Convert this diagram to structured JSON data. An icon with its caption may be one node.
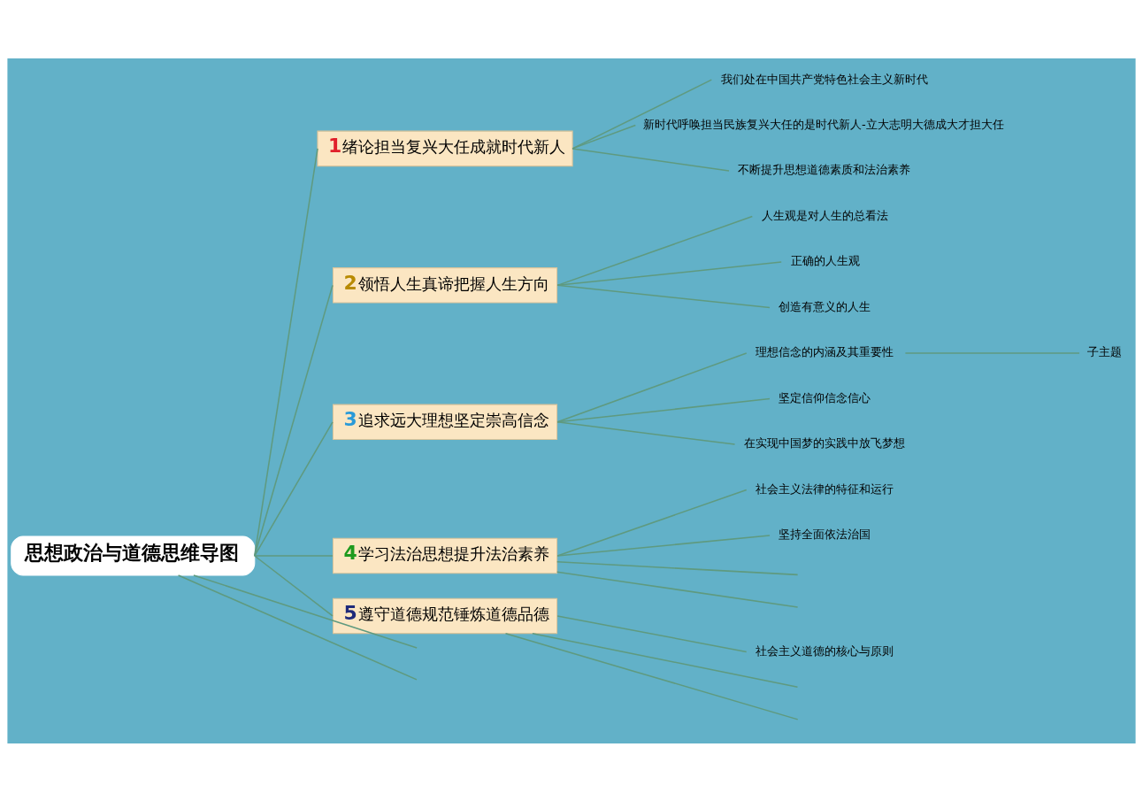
{
  "diagram": {
    "nodes": [
      {
        "text": [
          "思想政治与道德思维导图"
        ]
      },
      {
        "text": [
          "1",
          "绪论担当复兴大任成就时代新人"
        ]
      },
      {
        "text": [
          "我们处在中国共产党特色社会主义新时代"
        ]
      },
      {
        "text": [
          "新时代呼唤担当民族复兴大任的是时代新人-立大志明大德成大才担大任"
        ]
      },
      {
        "text": [
          "不断提升思想道德素质和法治素养"
        ]
      },
      {
        "text": [
          "2",
          "领悟人生真谛把握人生方向"
        ]
      },
      {
        "text": [
          "人生观是对人生的总看法"
        ]
      },
      {
        "text": [
          "正确的人生观"
        ]
      },
      {
        "text": [
          "创造有意义的人生"
        ]
      },
      {
        "text": [
          "3",
          "追求远大理想坚定崇高信念"
        ]
      },
      {
        "text": [
          "理想信念的内涵及其重要性"
        ]
      },
      {
        "text": [
          "坚定信仰信念信心"
        ]
      },
      {
        "text": [
          "在实现中国梦的实践中放飞梦想"
        ]
      },
      {
        "text": [
          "子主题"
        ]
      },
      {
        "text": [
          "4",
          "学习法治思想提升法治素养"
        ]
      },
      {
        "text": [
          "社会主义法律的特征和运行"
        ]
      },
      {
        "text": [
          "坚持全面依法治国"
        ]
      },
      {
        "text": [
          "5",
          "遵守道德规范锤炼道德品德"
        ]
      },
      {
        "text": [
          "社会主义道德的核心与原则"
        ]
      }
    ],
    "edges": [
      {
        "from": 0,
        "to": 1,
        "arrow": "none"
      },
      {
        "from": 0,
        "to": 5,
        "arrow": "none"
      },
      {
        "from": 0,
        "to": 9,
        "arrow": "none"
      },
      {
        "from": 0,
        "to": 14,
        "arrow": "none"
      },
      {
        "from": 0,
        "to": 17,
        "arrow": "none"
      },
      {
        "from": 0,
        "to": null,
        "arrow": "none"
      },
      {
        "from": 0,
        "to": null,
        "arrow": "none"
      },
      {
        "from": 1,
        "to": 2,
        "arrow": "none"
      },
      {
        "from": 1,
        "to": 3,
        "arrow": "none"
      },
      {
        "from": 1,
        "to": 4,
        "arrow": "none"
      },
      {
        "from": 5,
        "to": 6,
        "arrow": "none"
      },
      {
        "from": 5,
        "to": 7,
        "arrow": "none"
      },
      {
        "from": 5,
        "to": 8,
        "arrow": "none"
      },
      {
        "from": 9,
        "to": 10,
        "arrow": "none"
      },
      {
        "from": 9,
        "to": 11,
        "arrow": "none"
      },
      {
        "from": 9,
        "to": 12,
        "arrow": "none"
      },
      {
        "from": 10,
        "to": 13,
        "arrow": "none"
      },
      {
        "from": 14,
        "to": 15,
        "arrow": "none"
      },
      {
        "from": 14,
        "to": 16,
        "arrow": "none"
      },
      {
        "from": 14,
        "to": null,
        "arrow": "none"
      },
      {
        "from": 14,
        "to": null,
        "arrow": "none"
      },
      {
        "from": 17,
        "to": 18,
        "arrow": "none"
      },
      {
        "from": 17,
        "to": null,
        "arrow": "none"
      },
      {
        "from": 17,
        "to": null,
        "arrow": "none"
      }
    ]
  }
}
